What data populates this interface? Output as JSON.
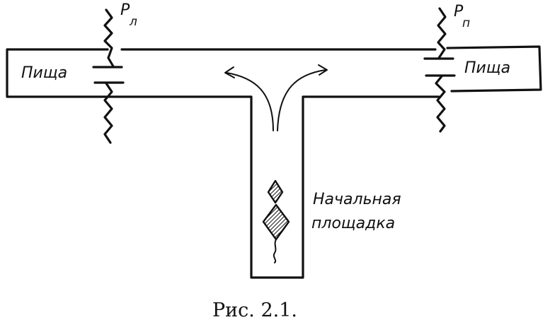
{
  "labels": {
    "food_left": "Пища",
    "food_right": "Пища",
    "pl_left_main": "P",
    "pl_left_sub": "л",
    "pl_right_main": "P",
    "pl_right_sub": "п",
    "start_line1": "Начальная",
    "start_line2": "площадка"
  },
  "caption": "Рис. 2.1."
}
